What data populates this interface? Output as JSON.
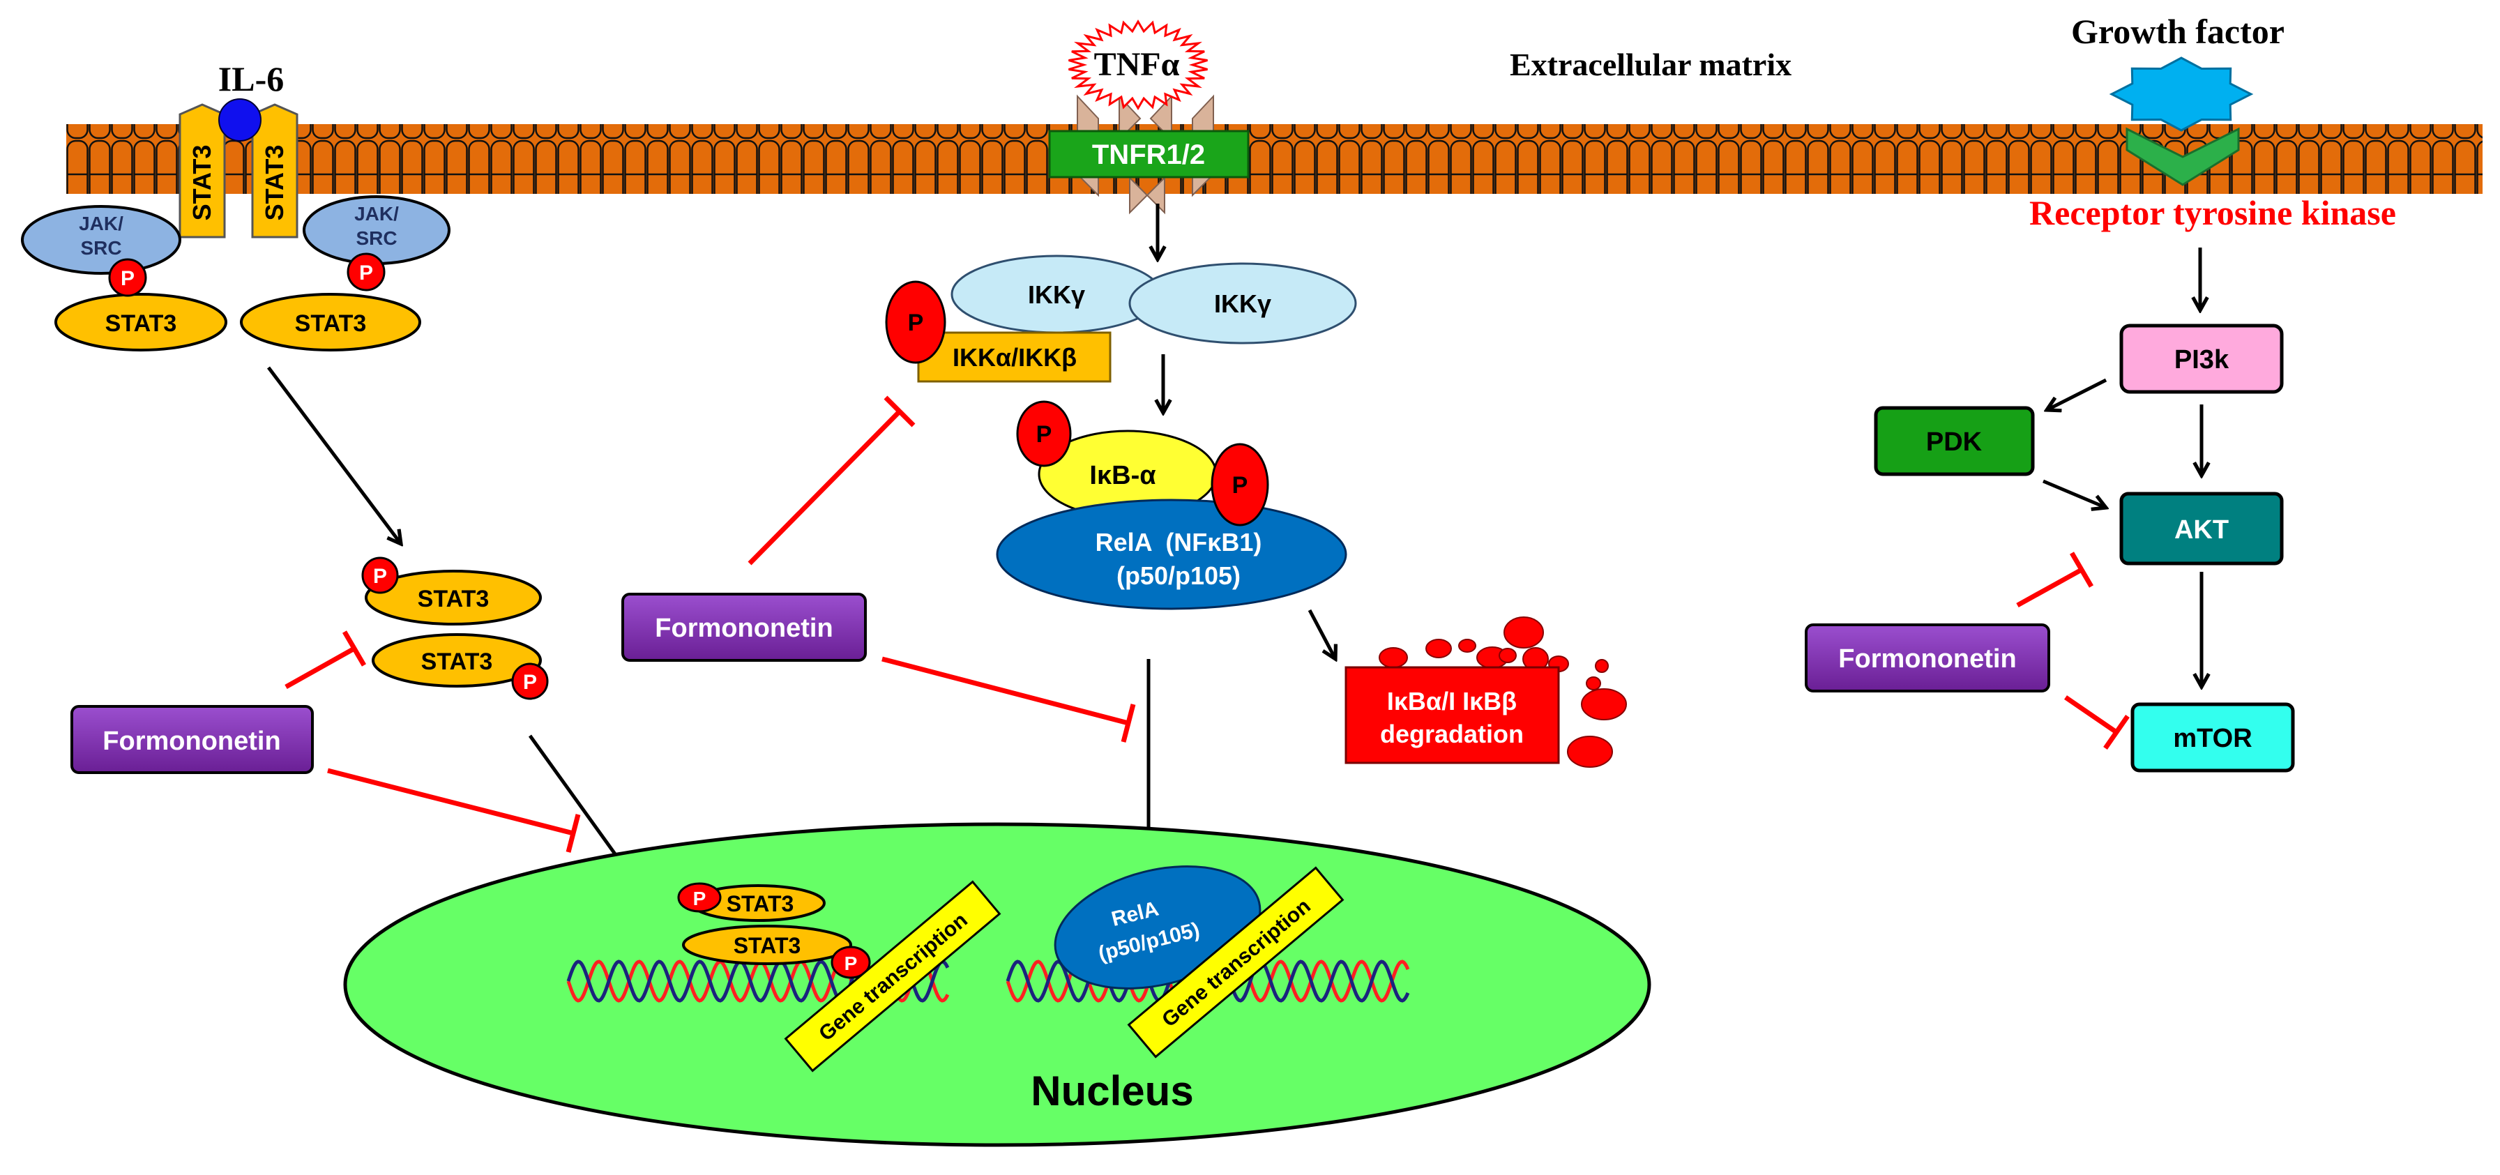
{
  "labels": {
    "il6": "IL-6",
    "tnf": "TNFα",
    "ecm": "Extracellular matrix",
    "growth_factor": "Growth factor",
    "rtk": "Receptor tyrosine kinase",
    "tnfr": "TNFR1/2",
    "nucleus": "Nucleus",
    "p": "P"
  },
  "stat3_pathway": {
    "receptor_label": "STAT3",
    "jak_line1": "JAK/",
    "jak_line2": "SRC",
    "stat3": "STAT3"
  },
  "nfkb_pathway": {
    "ikk_gamma": "IKKγ",
    "ikk_ab": "IKKα/IKKβ",
    "ikba": "IκB-α",
    "rela_line1": "RelA  (NFκB1)",
    "rela_line2": "(p50/p105)",
    "degradation_line1": "IκBα/I IκBβ",
    "degradation_line2": "degradation",
    "nuclear_rela_line1": "RelA",
    "nuclear_rela_line2": "(p50/p105)"
  },
  "pi3k_pathway": {
    "pi3k": "PI3k",
    "pdk": "PDK",
    "akt": "AKT",
    "mtor": "mTOR"
  },
  "inhibitor": "Formononetin",
  "gene_transcription": "Gene transcription",
  "colors": {
    "membrane": "#e36c0a",
    "stat3": "#ffc000",
    "phospho": "#ff0000",
    "jak": "#8db3e2",
    "ikk_gamma": "#c6eaf7",
    "rela": "#0070c0",
    "formononetin": "#7030a0",
    "nucleus": "#66ff66",
    "tnfr": "#1aa51a",
    "pi3k": "#ffaadd",
    "pdk": "#16a016",
    "akt": "#008080",
    "mtor": "#33ffee",
    "inhibition": "#ff0000",
    "gene_box": "#ffff00"
  }
}
